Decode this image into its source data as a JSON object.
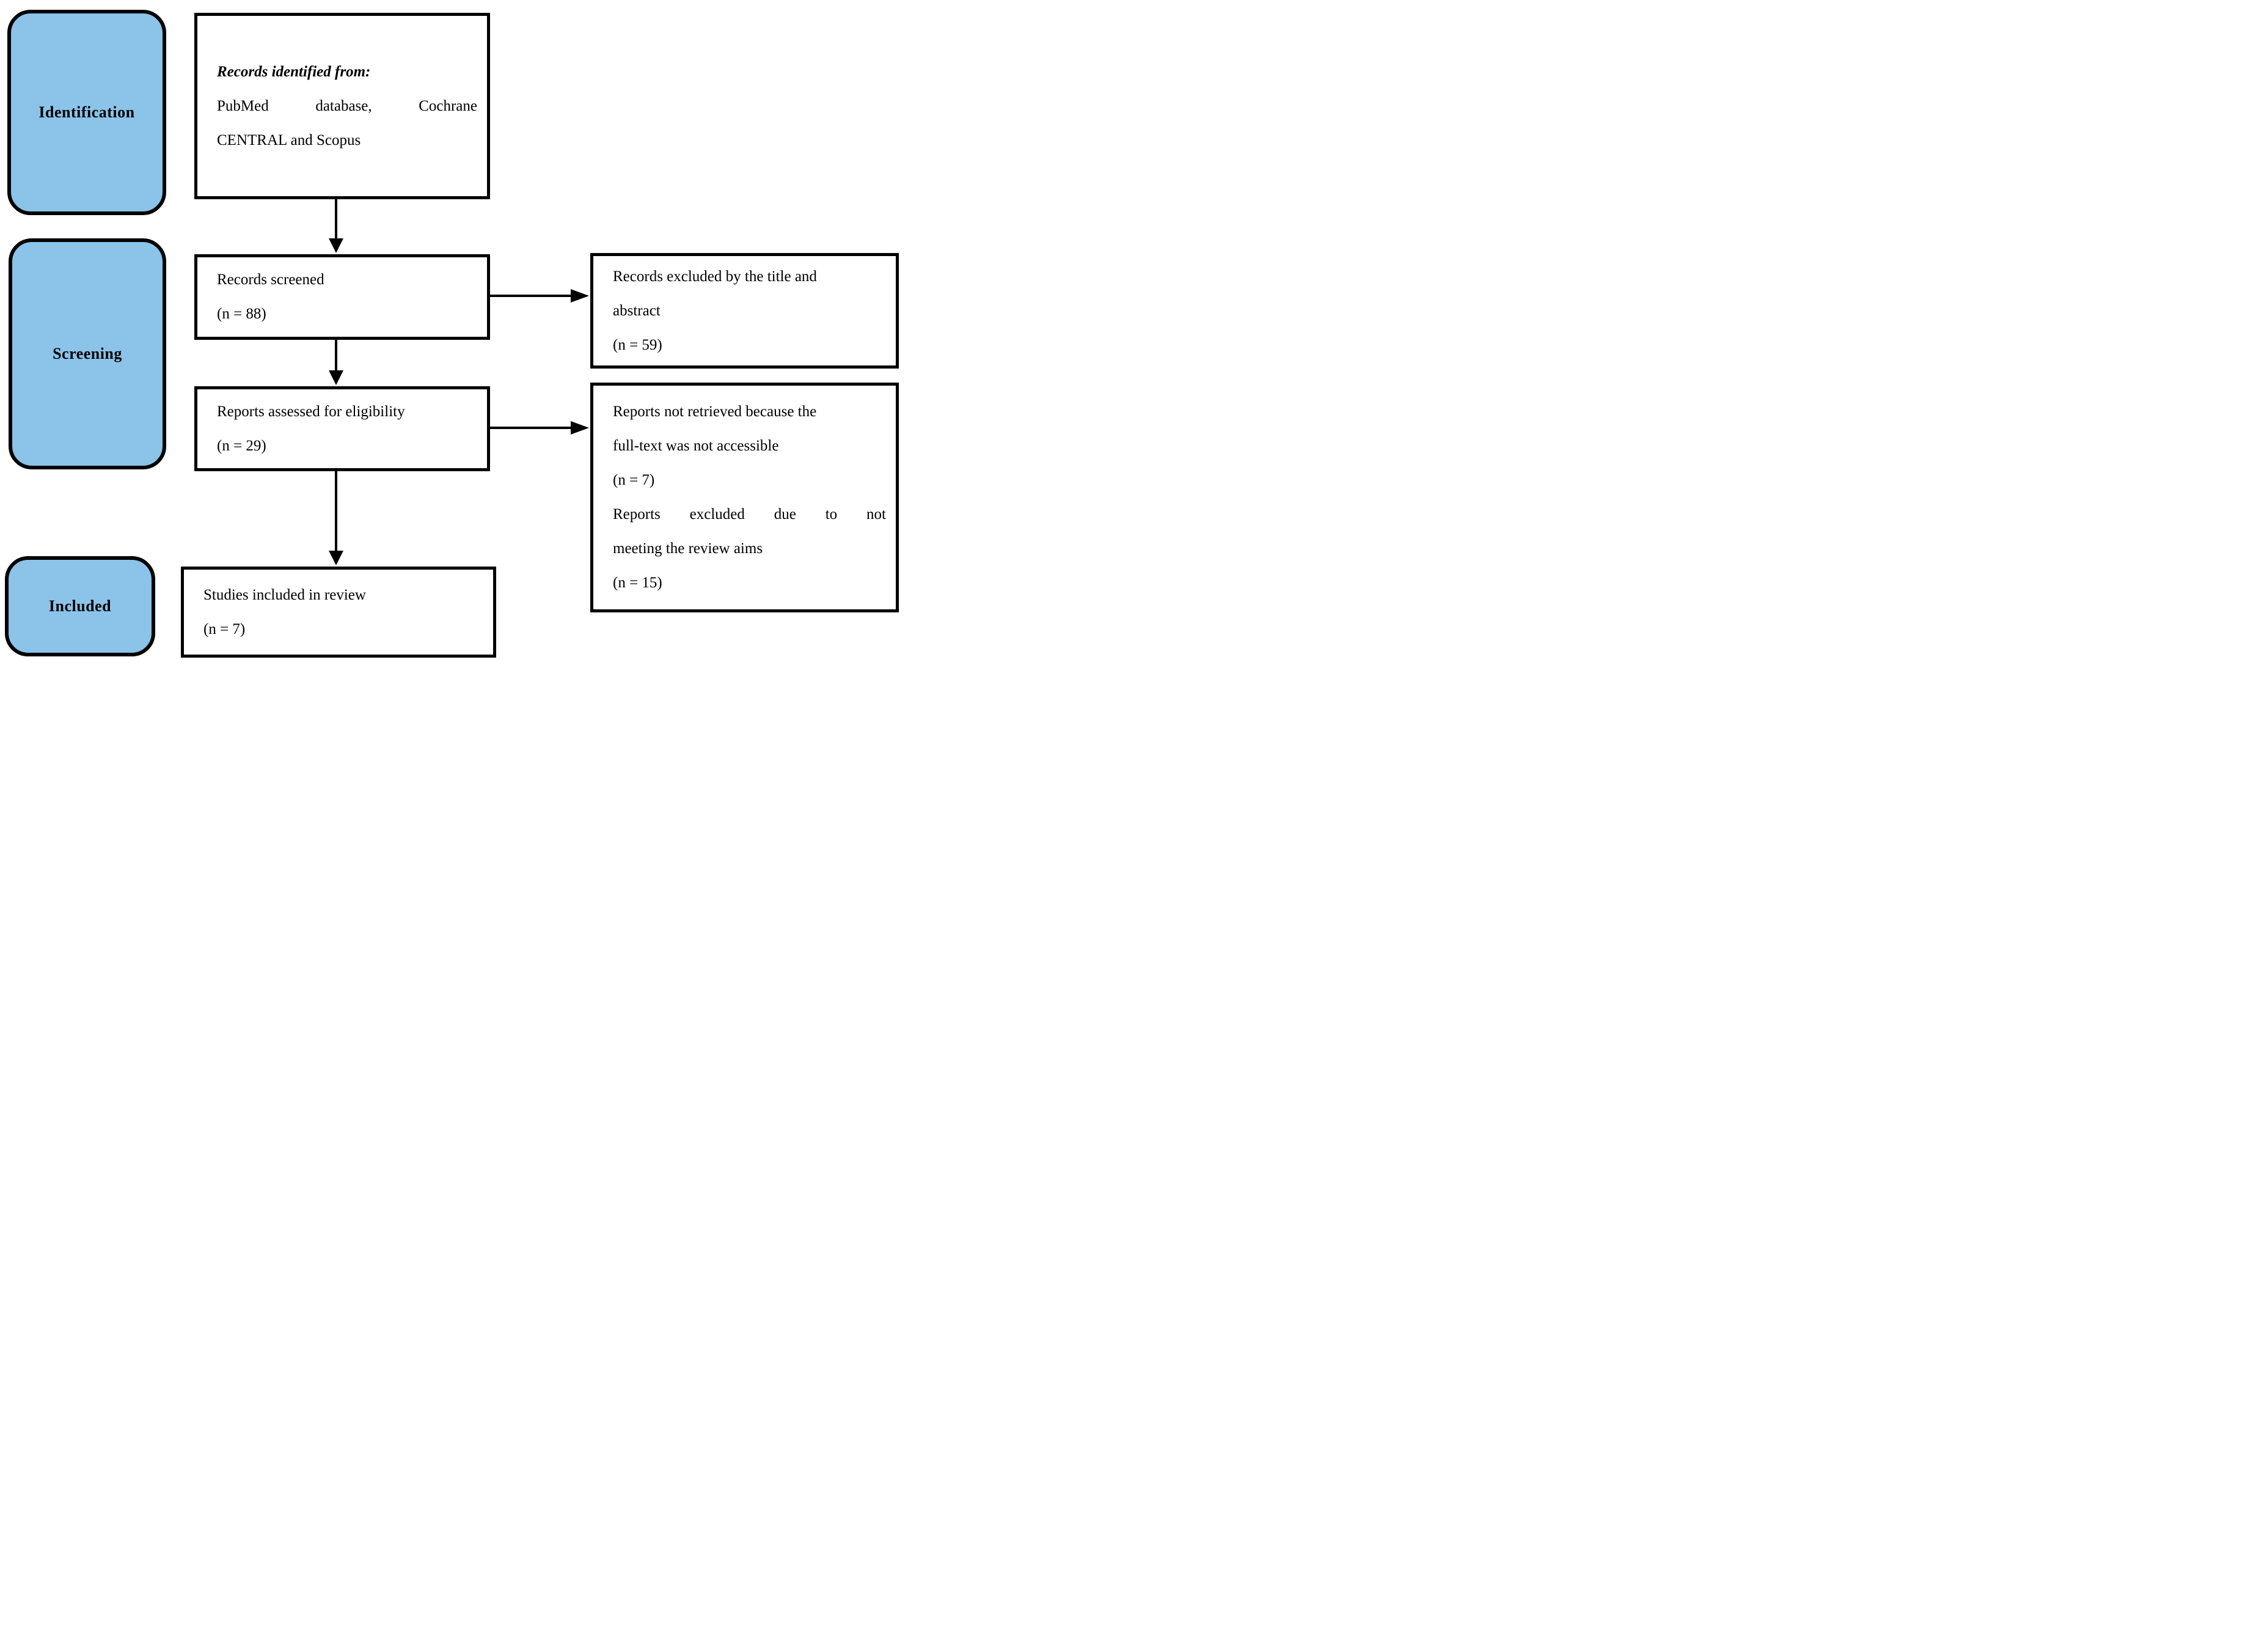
{
  "stages": [
    {
      "label": "Identification"
    },
    {
      "label": "Screening"
    },
    {
      "label": "Included"
    }
  ],
  "flow": [
    {
      "id": "identified",
      "lines": [
        {
          "text": "Records identified from:"
        },
        {
          "text": "PubMed database, Cochrane"
        },
        {
          "text": "CENTRAL and Scopus"
        }
      ]
    },
    {
      "id": "screened",
      "lines": [
        {
          "text": "Records screened"
        },
        {
          "text": "(n = 88)"
        }
      ]
    },
    {
      "id": "eligibility",
      "lines": [
        {
          "text": "Reports assessed for eligibility"
        },
        {
          "text": "(n = 29)"
        }
      ]
    },
    {
      "id": "included",
      "lines": [
        {
          "text": "Studies included in review"
        },
        {
          "text": "(n = 7)"
        }
      ]
    }
  ],
  "exclusions": [
    {
      "id": "excluded-by-title-abstract",
      "lines": [
        {
          "text": "Records excluded by the title and"
        },
        {
          "text": "abstract"
        },
        {
          "text": "(n = 59)"
        }
      ]
    },
    {
      "id": "not-retrieved-and-excluded",
      "lines": [
        {
          "text": "Reports not retrieved because the"
        },
        {
          "text": "full-text was not accessible"
        },
        {
          "text": "(n = 7)"
        },
        {
          "text": "Reports excluded due to not"
        },
        {
          "text": "meeting the review aims"
        },
        {
          "text": "(n = 15)"
        }
      ]
    }
  ],
  "colors": {
    "stage_fill": "#8BC3E9",
    "stage_border": "#000000",
    "box_border": "#000000",
    "box_fill": "#FFFFFF",
    "arrow": "#000000"
  }
}
